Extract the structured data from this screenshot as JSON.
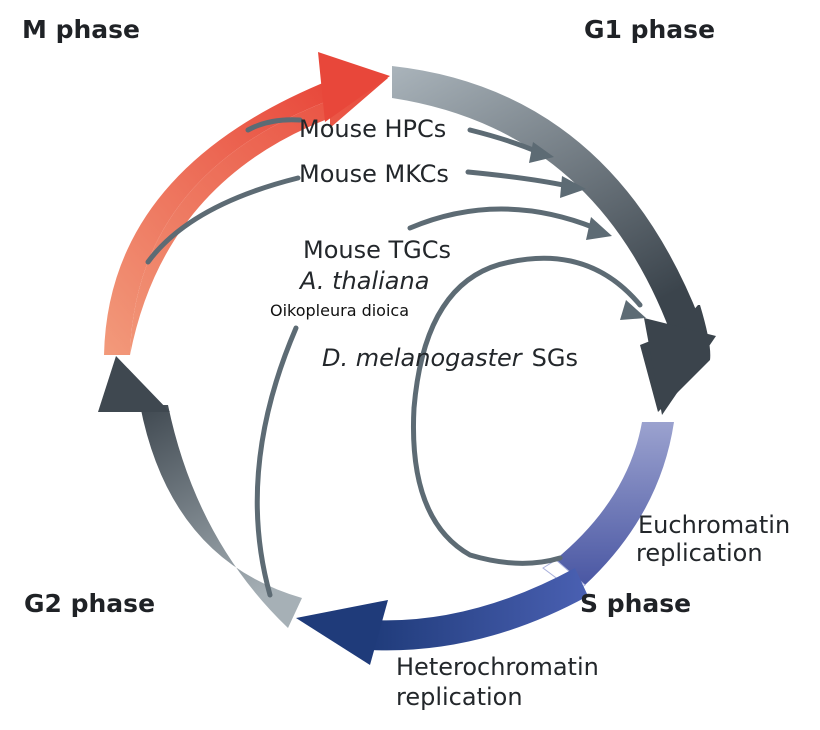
{
  "phases": {
    "m": "M phase",
    "g1": "G1 phase",
    "g2": "G2 phase",
    "s": "S phase"
  },
  "cycles": {
    "hpc": "Mouse HPCs",
    "mkc": "Mouse MKCs",
    "tgc": "Mouse TGCs",
    "at_genus": "A. thaliana",
    "oiko": "Oikopleura dioica",
    "dm_genus": "D. melanogaster",
    "dm_tissue": "SGs"
  },
  "replication": {
    "euchromatin_1": "Euchromatin",
    "euchromatin_2": "replication",
    "heterochromatin_1": "Heterochromatin",
    "heterochromatin_2": "replication"
  },
  "colors": {
    "m_start": "#f29a7b",
    "m_end": "#e8473a",
    "g1_start": "#aab4bb",
    "g1_end": "#3b444c",
    "s_start": "#9ba2cf",
    "s_end": "#4a57a3",
    "hetero": "#1f3b7a",
    "g2_start": "#a6b0b6",
    "g2_end": "#3f4850",
    "inner": "#5d6b74"
  }
}
